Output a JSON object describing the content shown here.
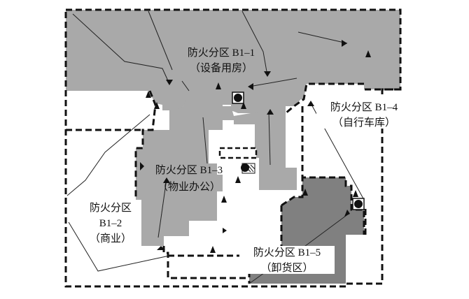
{
  "colors": {
    "light_zone": "#a9a9a9",
    "dark_zone": "#808080",
    "boundary": "#111111",
    "arrow": "#222222",
    "background": "#ffffff"
  },
  "zones": [
    {
      "id": "b1-1",
      "name": "防火分区 B1–1",
      "use": "（设备用房）"
    },
    {
      "id": "b1-2",
      "name": "防火分区",
      "code": "B1–2",
      "use": "（商业）"
    },
    {
      "id": "b1-3",
      "name": "防火分区 B1–3",
      "use": "（物业办公）"
    },
    {
      "id": "b1-4",
      "name": "防火分区 B1–4",
      "use": "（自行车库）"
    },
    {
      "id": "b1-5",
      "name": "防火分区 B1–5",
      "use": "（卸货区）"
    }
  ],
  "icons": [
    "exit-arrow-icon",
    "stair-core-icon",
    "hatched-shaft-icon"
  ]
}
